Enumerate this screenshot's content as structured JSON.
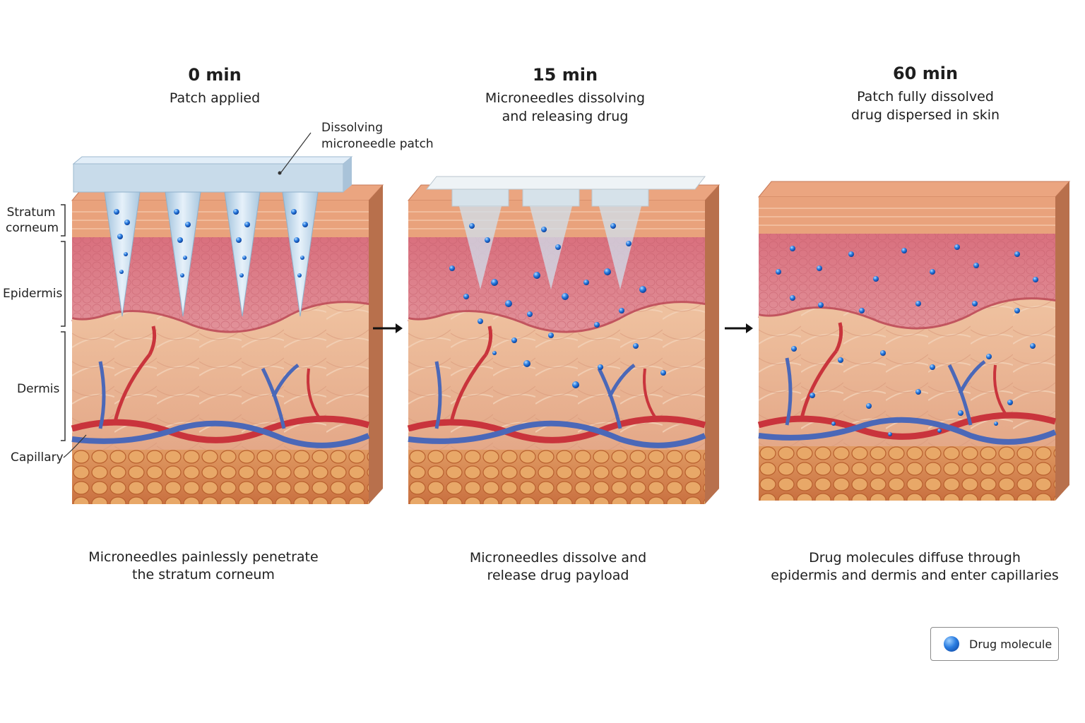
{
  "stages": [
    {
      "time": "0 min",
      "subtitle_lines": [
        "Patch applied"
      ],
      "caption_lines": [
        "Microneedles painlessly penetrate",
        "the stratum corneum"
      ]
    },
    {
      "time": "15 min",
      "subtitle_lines": [
        "Microneedles dissolving",
        "and releasing drug"
      ],
      "caption_lines": [
        "Microneedles dissolve and",
        "release drug payload"
      ]
    },
    {
      "time": "60 min",
      "subtitle_lines": [
        "Patch fully dissolved",
        "drug dispersed in skin"
      ],
      "caption_lines": [
        "Drug molecules diffuse through",
        "epidermis and dermis and enter capillaries"
      ]
    }
  ],
  "patch_label_lines": [
    "Dissolving",
    "microneedle patch"
  ],
  "layers": {
    "stratum_corneum_lines": [
      "Stratum",
      "corneum"
    ],
    "epidermis": "Epidermis",
    "dermis": "Dermis",
    "capillary": "Capillary"
  },
  "legend": {
    "label": "Drug molecule"
  },
  "colors": {
    "stratum": "#e7a07a",
    "epidermis": "#d97f86",
    "dermis": "#e9b491",
    "fat": "#d9844a",
    "artery": "#c9343c",
    "vein": "#4b68b8",
    "patch": "#c8dbea",
    "drug": "#2a7de1"
  }
}
